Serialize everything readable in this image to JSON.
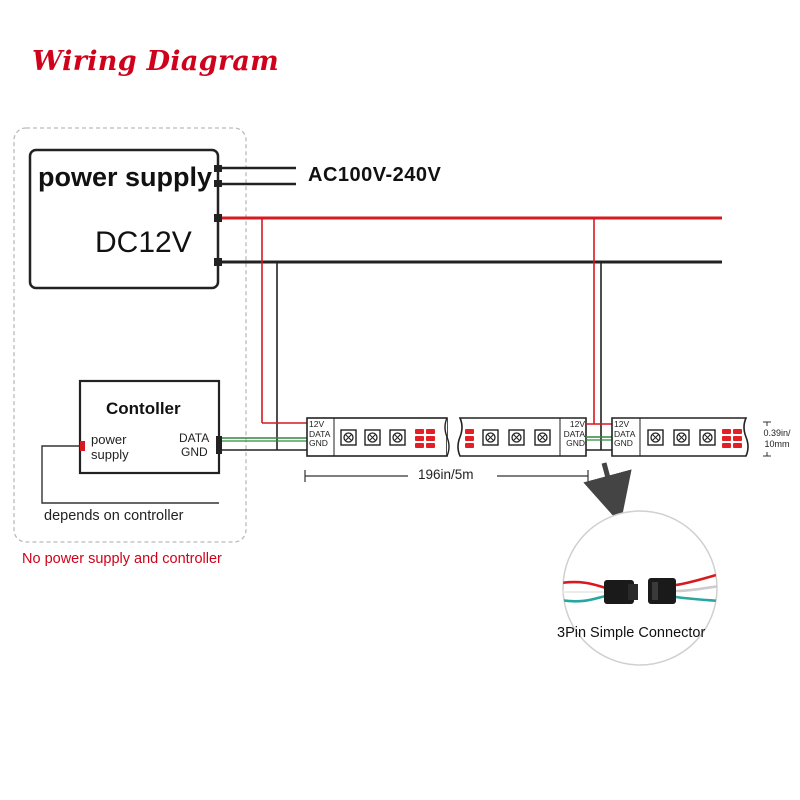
{
  "title": "Wiring Diagram",
  "power_supply": {
    "label": "power supply",
    "output": "DC12V",
    "input": "AC100V-240V"
  },
  "controller": {
    "label": "Contoller",
    "power_label": "power supply",
    "data_label": "DATA",
    "gnd_label": "GND",
    "power_note": "depends on controller"
  },
  "kit_note": "No power supply and controller",
  "strip": {
    "pin_12v": "12V",
    "pin_data": "DATA",
    "pin_gnd": "GND",
    "length": "196in/5m",
    "width": "0.39in/ 10mm"
  },
  "connector": {
    "label": "3Pin Simple Connector"
  },
  "colors": {
    "title": "#d0021b",
    "positive_wire": "#d71920",
    "ground_wire": "#222222",
    "data_wire": "#2e8b3a",
    "note": "#d0021b"
  }
}
